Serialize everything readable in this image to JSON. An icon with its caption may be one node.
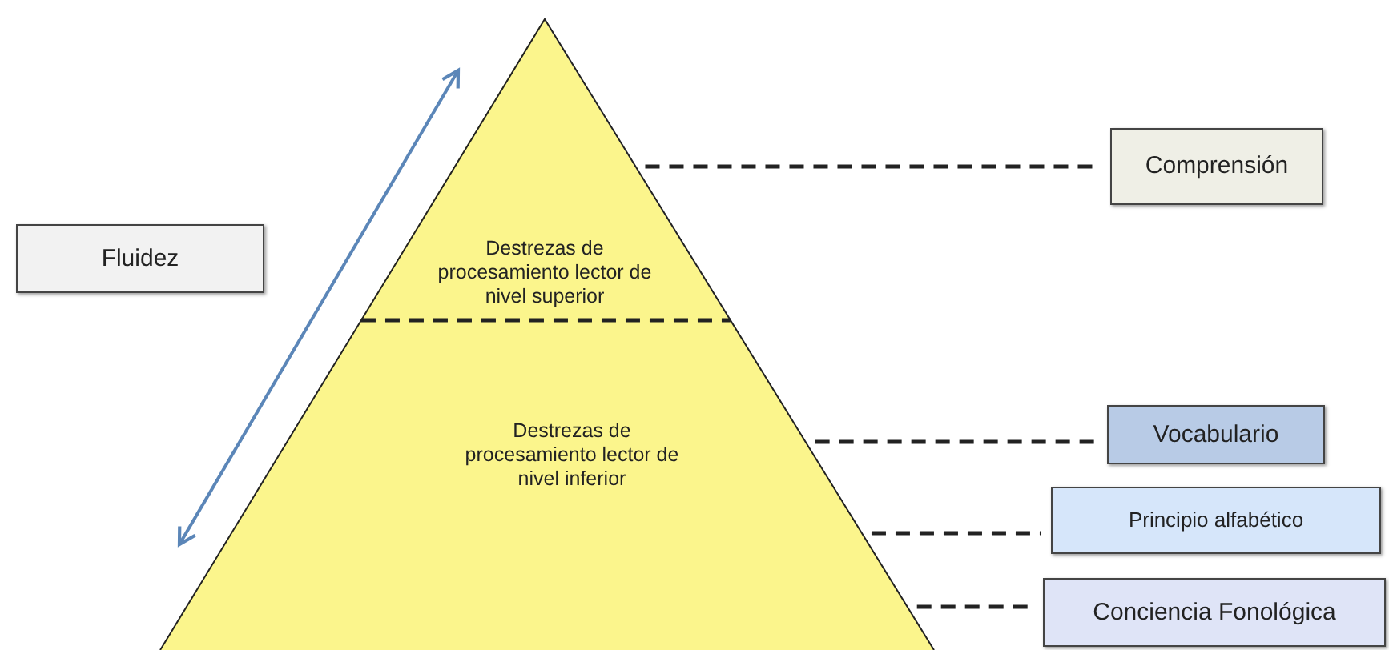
{
  "diagram": {
    "nodes": [
      {
        "text": [
          "Fluidez"
        ]
      },
      {
        "text": [
          "Destrezas de procesamiento lector de nivel superior"
        ]
      },
      {
        "text": [
          "Destrezas de procesamiento lector de nivel inferior"
        ]
      },
      {
        "text": [
          "Comprensión"
        ]
      },
      {
        "text": [
          "Vocabulario"
        ]
      },
      {
        "text": [
          "Principio alfabético"
        ]
      },
      {
        "text": [
          "Conciencia Fonológica"
        ]
      }
    ],
    "edges": [
      {
        "from": 1,
        "to": 3,
        "arrow": "none",
        "style": "dashed"
      },
      {
        "from": 2,
        "to": 4,
        "arrow": "none",
        "style": "dashed"
      },
      {
        "from": 2,
        "to": 5,
        "arrow": "none",
        "style": "dashed"
      },
      {
        "from": 2,
        "to": 6,
        "arrow": "none",
        "style": "dashed"
      }
    ]
  }
}
